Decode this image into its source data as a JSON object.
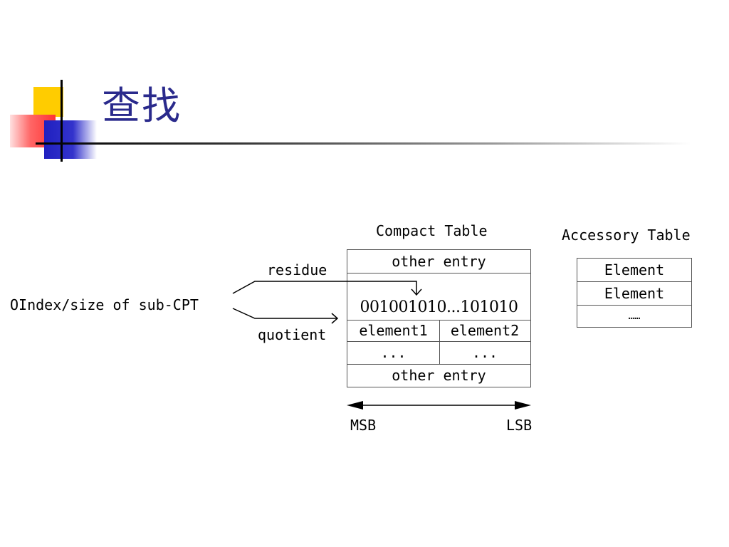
{
  "slide": {
    "title": "查找"
  },
  "diagram": {
    "input_label": "OIndex/size of sub-CPT",
    "residue_label": "residue",
    "quotient_label": "quotient",
    "compact_table": {
      "title": "Compact Table",
      "top_entry": "other entry",
      "bit_string": "001001010...101010",
      "element1": "element1",
      "element2": "element2",
      "ellipsis_left": "...",
      "ellipsis_right": "...",
      "bottom_entry": "other entry"
    },
    "accessory_table": {
      "title": "Accessory Table",
      "rows": [
        "Element",
        "Element",
        "……"
      ]
    },
    "bit_order": {
      "msb": "MSB",
      "lsb": "LSB"
    }
  },
  "colors": {
    "title": "#2a2a8c",
    "deco_yellow": "#ffcc00",
    "deco_red": "#ff3333",
    "deco_blue": "#3333cc"
  }
}
